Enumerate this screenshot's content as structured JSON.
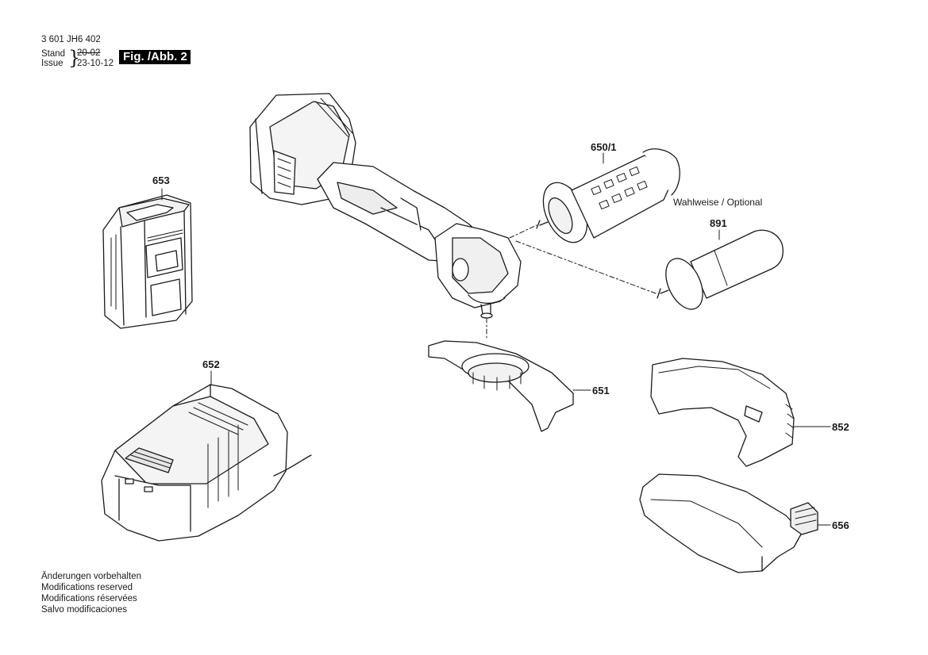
{
  "header": {
    "part_number": "3 601 JH6 402",
    "stand_label": "Stand",
    "issue_label": "Issue",
    "stand_value": "20-02",
    "issue_value": "23-10-12",
    "figure_label": "Fig. /Abb. 2"
  },
  "callouts": {
    "p653": "653",
    "p652": "652",
    "p650_1": "650/1",
    "p891": "891",
    "p651": "651",
    "p852": "852",
    "p656": "656"
  },
  "optional_note": "Wahlweise / Optional",
  "notes": [
    "Änderungen vorbehalten",
    "Modifications reserved",
    "Modifications réservées",
    "Salvo modificaciones"
  ],
  "colors": {
    "line": "#1a1a1a",
    "fill": "#ffffff",
    "shade": "#e6e6e6"
  }
}
